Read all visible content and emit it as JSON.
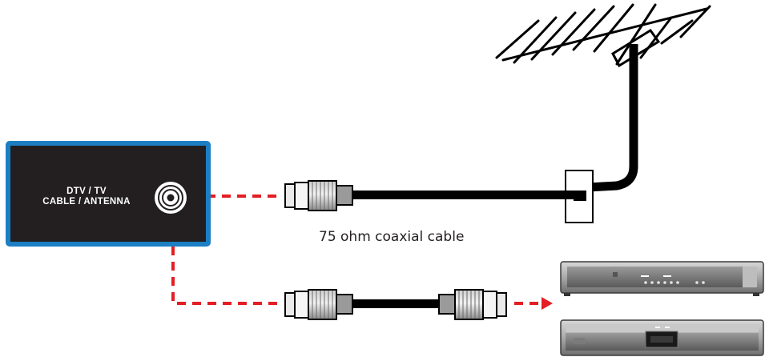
{
  "tv_panel": {
    "line1": "DTV / TV",
    "line2": "CABLE / ANTENNA"
  },
  "cable_caption": "75 ohm coaxial cable",
  "icons": [
    "antenna-icon",
    "coaxial-socket-icon",
    "rf-plug-icon",
    "set-top-box-icon",
    "vcr-icon"
  ],
  "colors": {
    "panel_border": "#1c7fc4",
    "panel_fill": "#231f20",
    "arrow": "#e31e24",
    "cable": "#000000"
  }
}
